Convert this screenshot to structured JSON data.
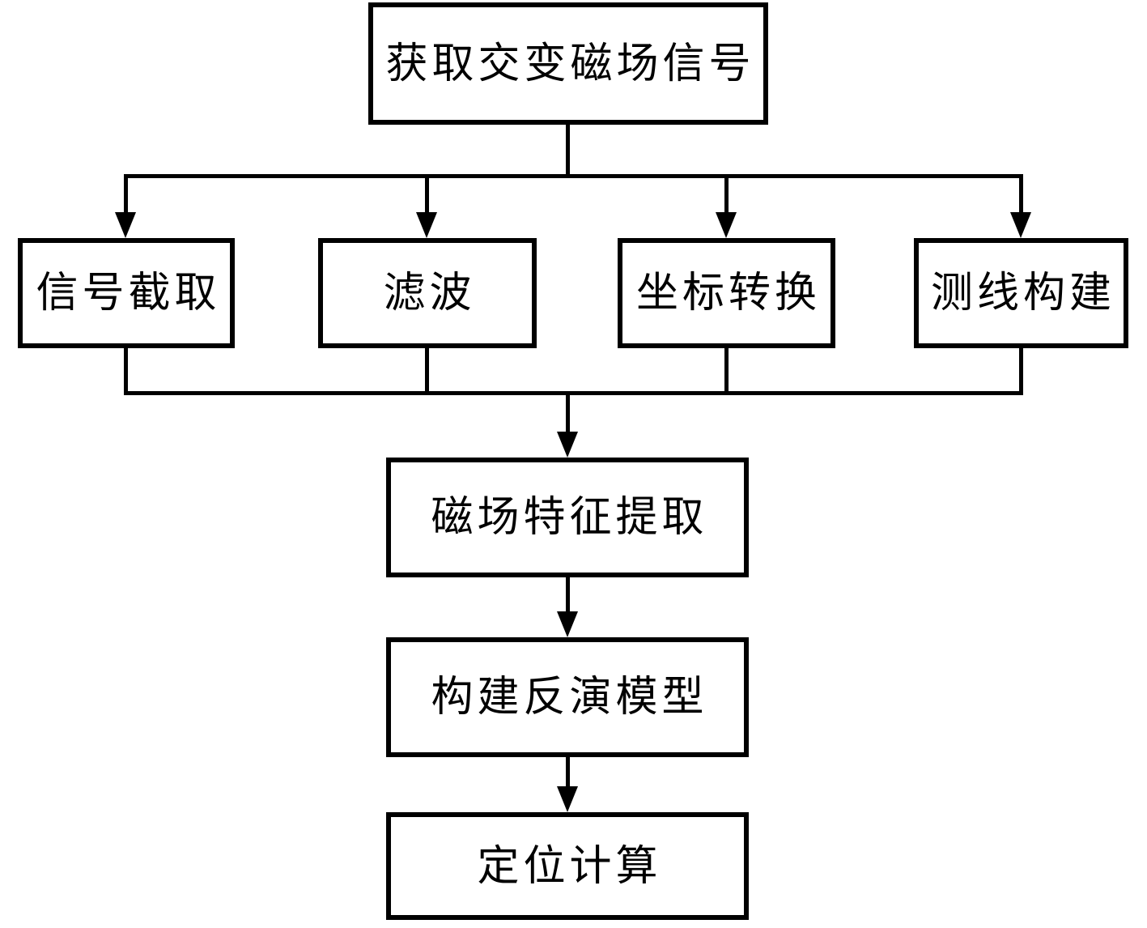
{
  "flowchart": {
    "type": "flowchart",
    "direction": "top-down",
    "colors": {
      "background": "#ffffff",
      "box_fill": "#ffffff",
      "line": "#000000",
      "text": "#000000"
    },
    "nodes": [
      {
        "id": "acquire",
        "label": "获取交变磁场信号"
      },
      {
        "id": "intercept",
        "label": "信号截取"
      },
      {
        "id": "filter",
        "label": "滤波"
      },
      {
        "id": "coord",
        "label": "坐标转换"
      },
      {
        "id": "survey",
        "label": "测线构建"
      },
      {
        "id": "feature",
        "label": "磁场特征提取"
      },
      {
        "id": "model",
        "label": "构建反演模型"
      },
      {
        "id": "locate",
        "label": "定位计算"
      }
    ],
    "edges": [
      {
        "from": "acquire",
        "to": "intercept",
        "arrow": true
      },
      {
        "from": "acquire",
        "to": "filter",
        "arrow": true
      },
      {
        "from": "acquire",
        "to": "coord",
        "arrow": true
      },
      {
        "from": "acquire",
        "to": "survey",
        "arrow": true
      },
      {
        "from": "intercept",
        "to": "feature",
        "arrow": true
      },
      {
        "from": "filter",
        "to": "feature",
        "arrow": true
      },
      {
        "from": "coord",
        "to": "feature",
        "arrow": true
      },
      {
        "from": "survey",
        "to": "feature",
        "arrow": true
      },
      {
        "from": "feature",
        "to": "model",
        "arrow": true
      },
      {
        "from": "model",
        "to": "locate",
        "arrow": true
      }
    ]
  }
}
